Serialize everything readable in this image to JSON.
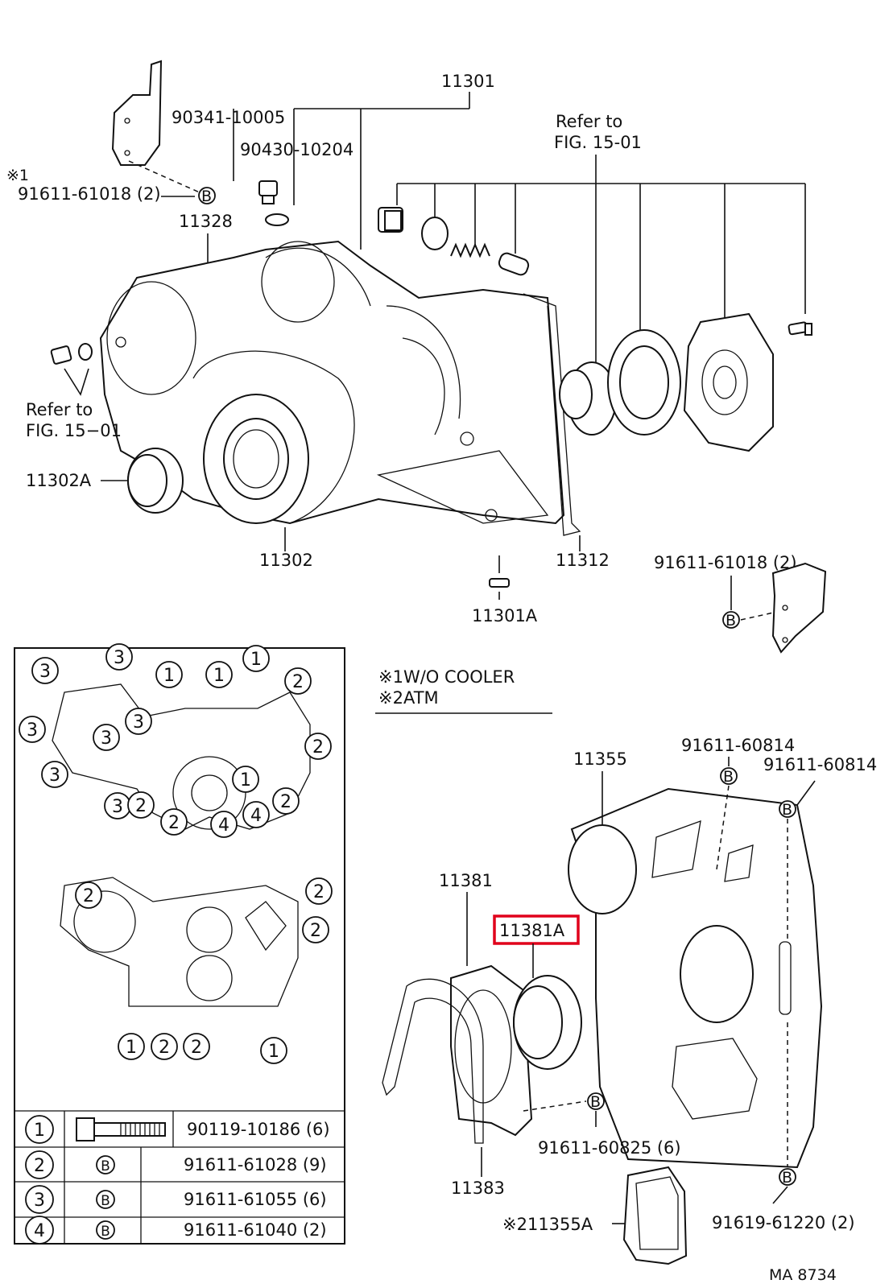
{
  "labels": {
    "p11301": "11301",
    "p90341": "90341-10005",
    "p90430": "90430-10204",
    "refer_top_1": "Refer to",
    "refer_top_2": "FIG. 15-01",
    "note1_mark": "※1",
    "p91611_61018_left": "91611-61018 (2)",
    "p11328": "11328",
    "refer_left_1": "Refer to",
    "refer_left_2": "FIG. 15−01",
    "p11302A": "11302A",
    "p11302": "11302",
    "p11312": "11312",
    "p11301A": "11301A",
    "p91611_61018_right": "91611-61018 (2)",
    "note1": "※1W/O COOLER",
    "note2": "※2ATM",
    "p11355": "11355",
    "p91611_60814_a": "91611-60814",
    "p91611_60814_b": "91611-60814",
    "p11381": "11381",
    "p11381A": "11381A",
    "p91611_60825": "91611-60825 (6)",
    "p11383": "11383",
    "p11355A": "※211355A",
    "p91619": "91619-61220 (2)",
    "code": "MA  8734"
  },
  "bolt_symbol": "B",
  "legend_table": [
    {
      "num": "1",
      "part": "90119-10186 (6)",
      "icon": "flange-bolt-icon"
    },
    {
      "num": "2",
      "part": "91611-61028 (9)",
      "icon": "B"
    },
    {
      "num": "3",
      "part": "91611-61055 (6)",
      "icon": "B"
    },
    {
      "num": "4",
      "part": "91611-61040 (2)",
      "icon": "B"
    }
  ],
  "bolt_position_marks_top": [
    "3",
    "3",
    "1",
    "1",
    "1",
    "2",
    "3",
    "3",
    "3",
    "3",
    "2",
    "3",
    "2",
    "4",
    "4",
    "2",
    "1",
    "2"
  ],
  "bolt_position_marks_bottom": [
    "2",
    "2",
    "2",
    "1",
    "2",
    "2",
    "1"
  ],
  "highlight_color": "#e0001b"
}
